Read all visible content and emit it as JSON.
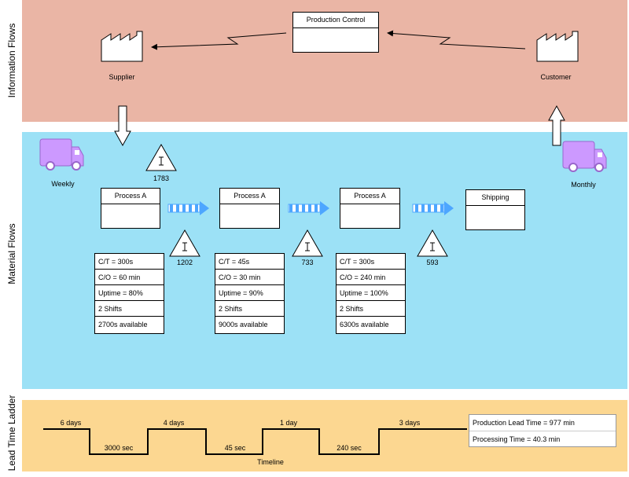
{
  "lanes": {
    "information": "Information Flows",
    "material": "Material Flows",
    "ladder": "Lead Time Ladder"
  },
  "colors": {
    "information_band": "#eab5a5",
    "material_band": "#9ce1f6",
    "ladder_band": "#fcd791",
    "truck": "#cc99ff",
    "push_arrow": "#4da6ff"
  },
  "info": {
    "production_control": "Production Control",
    "supplier": "Supplier",
    "customer": "Customer"
  },
  "material": {
    "supplier_truck_label": "Weekly",
    "customer_truck_label": "Monthly",
    "raw_inventory": "1783",
    "processes": [
      {
        "title": "Process A",
        "inventory_after": "1202",
        "data": [
          "C/T = 300s",
          "C/O = 60 min",
          "Uptime = 80%",
          "2 Shifts",
          "2700s available"
        ]
      },
      {
        "title": "Process A",
        "inventory_after": "733",
        "data": [
          "C/T = 45s",
          "C/O = 30 min",
          "Uptime = 90%",
          "2 Shifts",
          "9000s available"
        ]
      },
      {
        "title": "Process A",
        "inventory_after": "593",
        "data": [
          "C/T = 300s",
          "C/O = 240 min",
          "Uptime = 100%",
          "2 Shifts",
          "6300s available"
        ]
      }
    ],
    "shipping": "Shipping"
  },
  "ladder": {
    "waits": [
      "6 days",
      "4 days",
      "1 day",
      "3 days"
    ],
    "process_times": [
      "3000 sec",
      "45 sec",
      "240 sec"
    ],
    "timeline": "Timeline",
    "production_lead_time": "Production Lead Time = 977 min",
    "processing_time": "Processing Time = 40.3 min"
  }
}
